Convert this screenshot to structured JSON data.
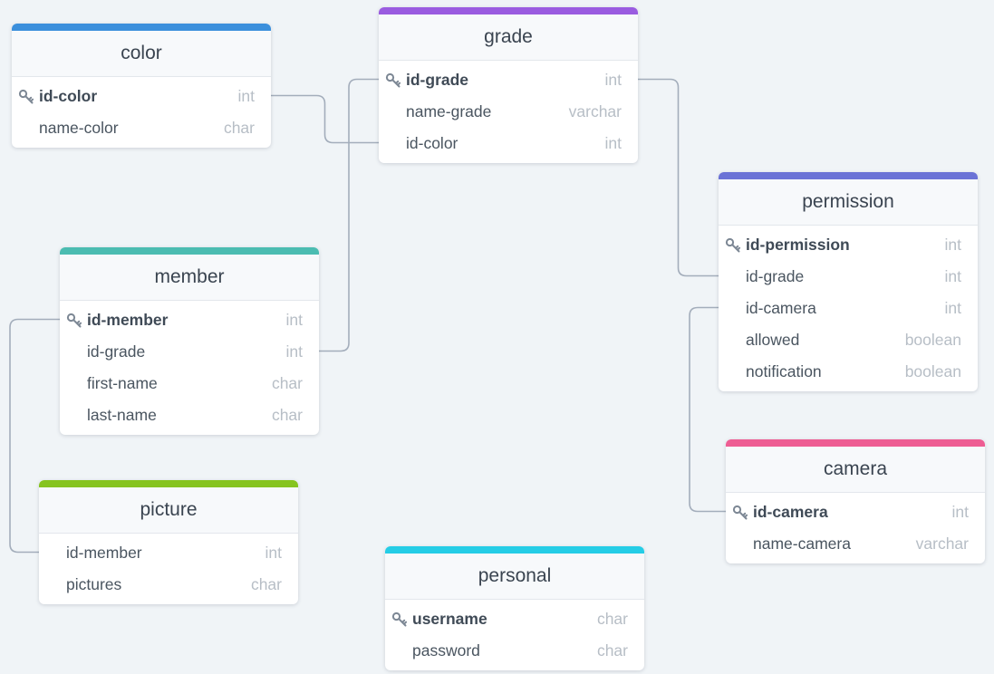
{
  "accent_colors": {
    "color": "#3b8fdc",
    "grade": "#9a5ce0",
    "permission": "#6a72d6",
    "member": "#4bbcb1",
    "camera": "#ee5d93",
    "picture": "#86c41f",
    "personal": "#25cde6",
    "connector": "#a3adbb"
  },
  "key_icon": "key-icon",
  "tables": {
    "color": {
      "title": "color",
      "fields": [
        {
          "name": "id-color",
          "type": "int",
          "pk": true
        },
        {
          "name": "name-color",
          "type": "char"
        }
      ]
    },
    "grade": {
      "title": "grade",
      "fields": [
        {
          "name": "id-grade",
          "type": "int",
          "pk": true
        },
        {
          "name": "name-grade",
          "type": "varchar"
        },
        {
          "name": "id-color",
          "type": "int"
        }
      ]
    },
    "permission": {
      "title": "permission",
      "fields": [
        {
          "name": "id-permission",
          "type": "int",
          "pk": true
        },
        {
          "name": "id-grade",
          "type": "int"
        },
        {
          "name": "id-camera",
          "type": "int"
        },
        {
          "name": "allowed",
          "type": "boolean"
        },
        {
          "name": "notification",
          "type": "boolean"
        }
      ]
    },
    "member": {
      "title": "member",
      "fields": [
        {
          "name": "id-member",
          "type": "int",
          "pk": true
        },
        {
          "name": "id-grade",
          "type": "int"
        },
        {
          "name": "first-name",
          "type": "char"
        },
        {
          "name": "last-name",
          "type": "char"
        }
      ]
    },
    "camera": {
      "title": "camera",
      "fields": [
        {
          "name": "id-camera",
          "type": "int",
          "pk": true
        },
        {
          "name": "name-camera",
          "type": "varchar"
        }
      ]
    },
    "picture": {
      "title": "picture",
      "fields": [
        {
          "name": "id-member",
          "type": "int"
        },
        {
          "name": "pictures",
          "type": "char"
        }
      ]
    },
    "personal": {
      "title": "personal",
      "fields": [
        {
          "name": "username",
          "type": "char",
          "pk": true
        },
        {
          "name": "password",
          "type": "char"
        }
      ]
    }
  },
  "relations": [
    {
      "from": "color.id-color",
      "to": "grade.id-color"
    },
    {
      "from": "grade.id-grade",
      "to": "member.id-grade"
    },
    {
      "from": "grade.id-grade",
      "to": "permission.id-grade"
    },
    {
      "from": "camera.id-camera",
      "to": "permission.id-camera"
    },
    {
      "from": "member.id-member",
      "to": "picture.id-member"
    }
  ]
}
